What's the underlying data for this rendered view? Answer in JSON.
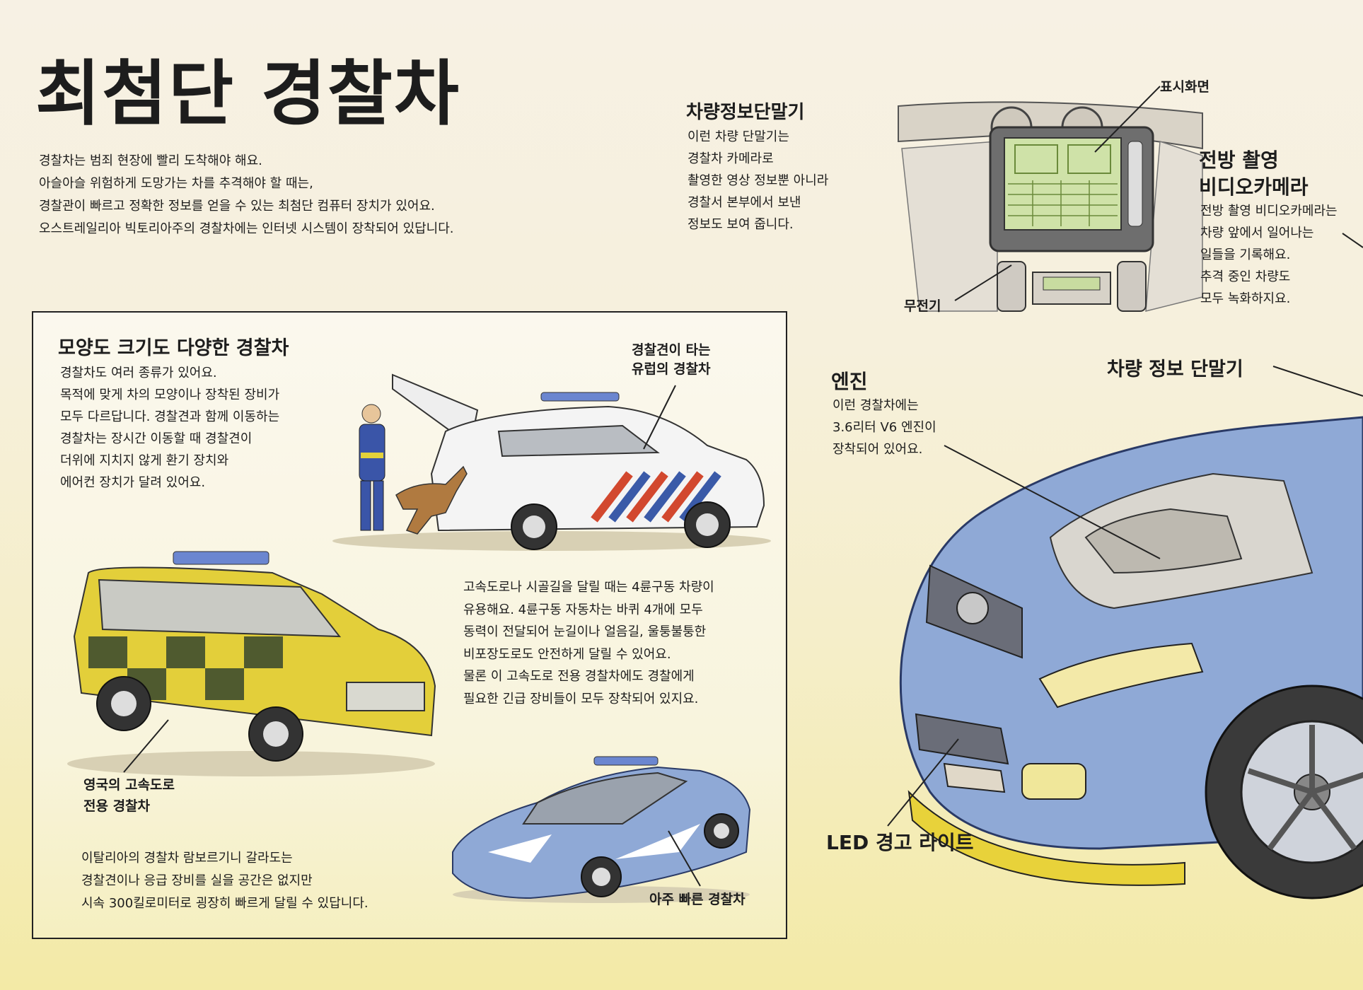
{
  "title": "최첨단 경찰차",
  "intro": {
    "lines": [
      "경찰차는 범죄 현장에 빨리 도착해야 해요.",
      "아슬아슬 위험하게 도망가는 차를 추격해야 할 때는,",
      "경찰관이 빠르고 정확한 정보를 얻을 수 있는 최첨단 컴퓨터 장치가 있어요.",
      "오스트레일리아 빅토리아주의 경찰차에는 인터넷 시스템이 장착되어 있답니다."
    ]
  },
  "terminal": {
    "heading": "차량정보단말기",
    "lines": [
      "이런 차량 단말기는",
      "경찰차 카메라로",
      "촬영한 영상 정보뿐 아니라",
      "경찰서 본부에서 보낸",
      "정보도 보여 줍니다."
    ],
    "label_display": "표시화면",
    "label_radio": "무전기"
  },
  "camera": {
    "heading_line1": "전방 촬영",
    "heading_line2": "비디오카메라",
    "lines": [
      "전방 촬영 비디오카메라는",
      "차량 앞에서 일어나는",
      "일들을 기록해요.",
      "추격 중인 차량도",
      "모두 녹화하지요."
    ]
  },
  "engine": {
    "heading": "엔진",
    "lines": [
      "이런 경찰차에는",
      "3.6리터 V6 엔진이",
      "장착되어 있어요."
    ]
  },
  "terminal_label": "차량 정보 단말기",
  "led_label": "LED 경고 라이트",
  "box": {
    "heading": "모양도 크기도 다양한 경찰차",
    "lines": [
      "경찰차도 여러 종류가 있어요.",
      "목적에 맞게 차의 모양이나 장착된 장비가",
      "모두 다르답니다. 경찰견과 함께 이동하는",
      "경찰차는 장시간 이동할 때 경찰견이",
      "더위에 지치지 않게 환기 장치와",
      "에어컨 장치가 달려 있어요."
    ],
    "dog_car_label_line1": "경찰견이 타는",
    "dog_car_label_line2": "유럽의 경찰차",
    "highway_lines": [
      "고속도로나 시골길을 달릴 때는 4륜구동 차량이",
      "유용해요. 4륜구동 자동차는 바퀴 4개에 모두",
      "동력이 전달되어 눈길이나 얼음길, 울퉁불퉁한",
      "비포장도로도 안전하게 달릴 수 있어요.",
      "물론 이 고속도로 전용 경찰차에도 경찰에게",
      "필요한 긴급 장비들이 모두 장착되어 있지요."
    ],
    "uk_car_label_line1": "영국의 고속도로",
    "uk_car_label_line2": "전용 경찰차",
    "italy_lines": [
      "이탈리아의 경찰차 람보르기니 갈라도는",
      "경찰견이나 응급 장비를 실을 공간은 없지만",
      "시속 300킬로미터로 굉장히 빠르게 달릴 수 있답니다."
    ],
    "fast_car_label": "아주 빠른 경찰차"
  },
  "colors": {
    "police_blue": "#8fa9d6",
    "uk_yellow": "#e3cf3a",
    "uk_green": "#4f5a2f",
    "dutch_red": "#d2482e",
    "dutch_blue": "#3a5aa8"
  }
}
